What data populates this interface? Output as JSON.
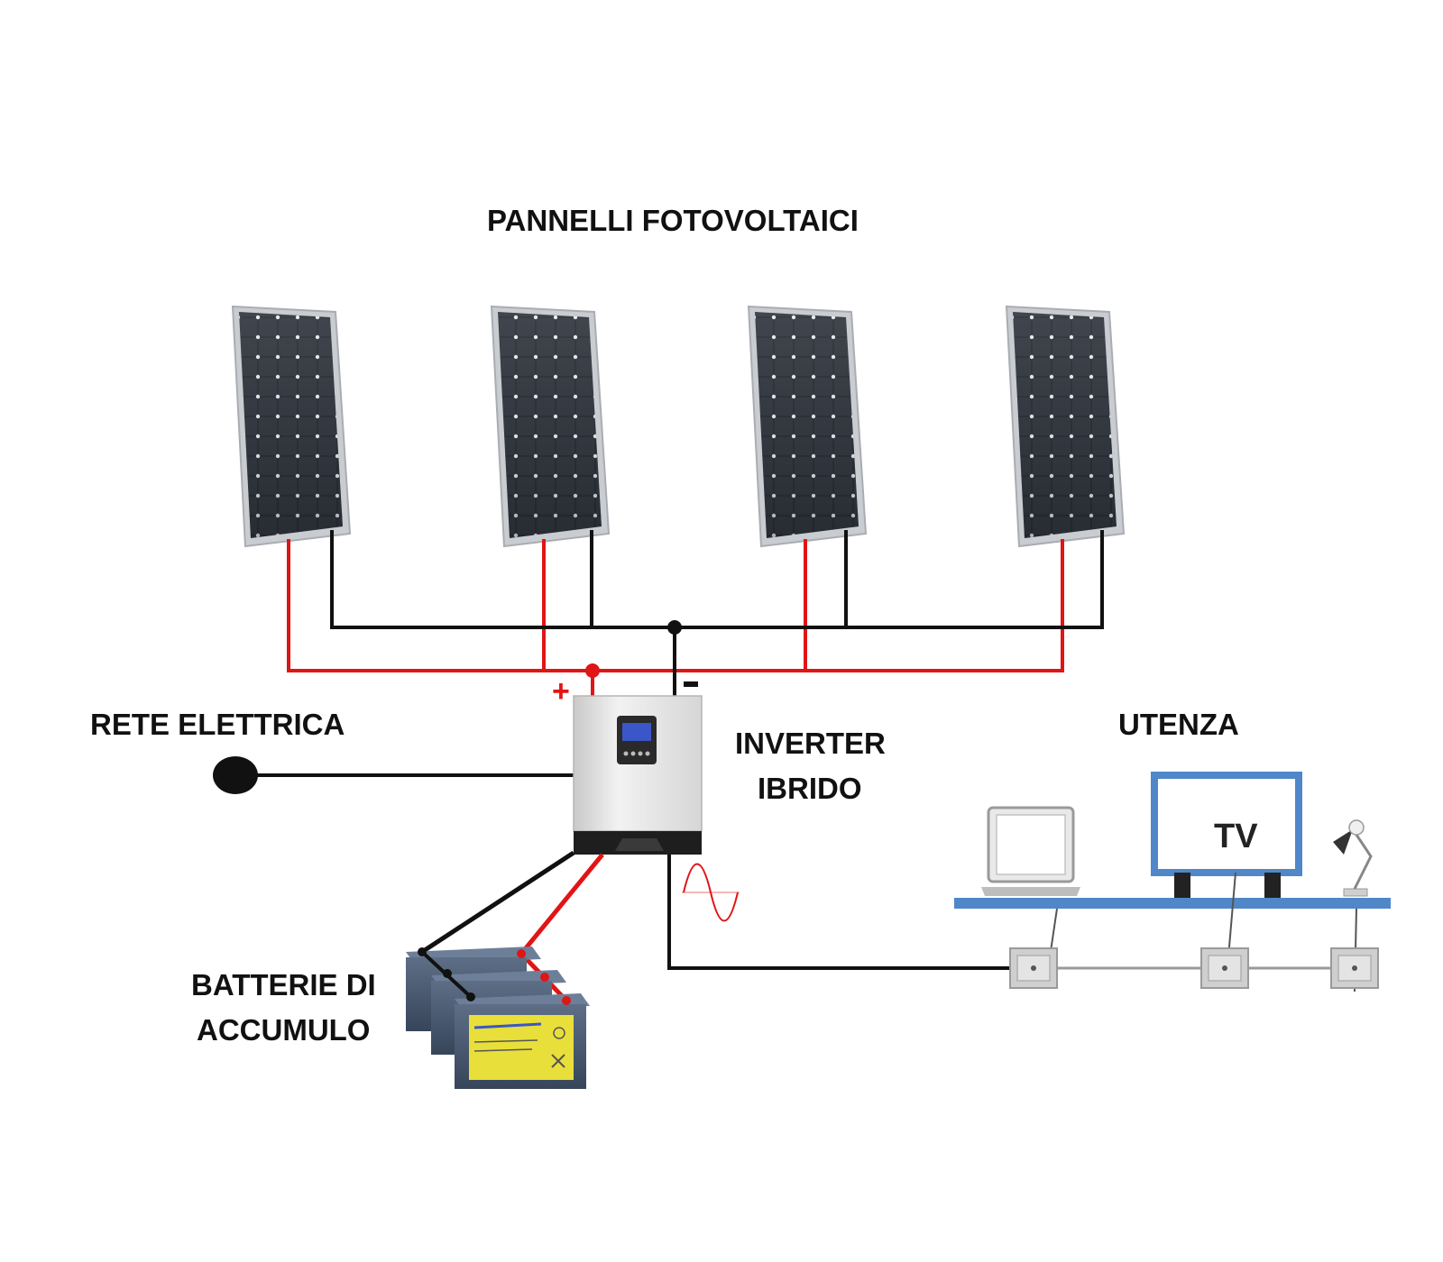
{
  "title": "PANNELLI FOTOVOLTAICI",
  "labels": {
    "grid": "RETE ELETTRICA",
    "inverter_line1": "INVERTER",
    "inverter_line2": "IBRIDO",
    "loads": "UTENZA",
    "batteries_line1": "BATTERIE DI",
    "batteries_line2": "ACCUMULO",
    "tv": "TV",
    "plus": "+",
    "minus": "-"
  },
  "colors": {
    "positive_wire": "#e01515",
    "negative_wire": "#111111",
    "panel_frame": "#c9ccd0",
    "panel_cell": "#2b2f36",
    "inverter_body": "#e6e6e6",
    "inverter_display": "#3a56c8",
    "shelf": "#4f87c9",
    "battery_label": "#e8df3a",
    "battery_case": "#4a5a70"
  },
  "panels": [
    {
      "name": "panel-1"
    },
    {
      "name": "panel-2"
    },
    {
      "name": "panel-3"
    },
    {
      "name": "panel-4"
    }
  ],
  "loads": [
    {
      "name": "laptop",
      "icon": "laptop-icon"
    },
    {
      "name": "television",
      "icon": "tv-icon"
    },
    {
      "name": "desk-lamp",
      "icon": "lamp-icon"
    }
  ]
}
